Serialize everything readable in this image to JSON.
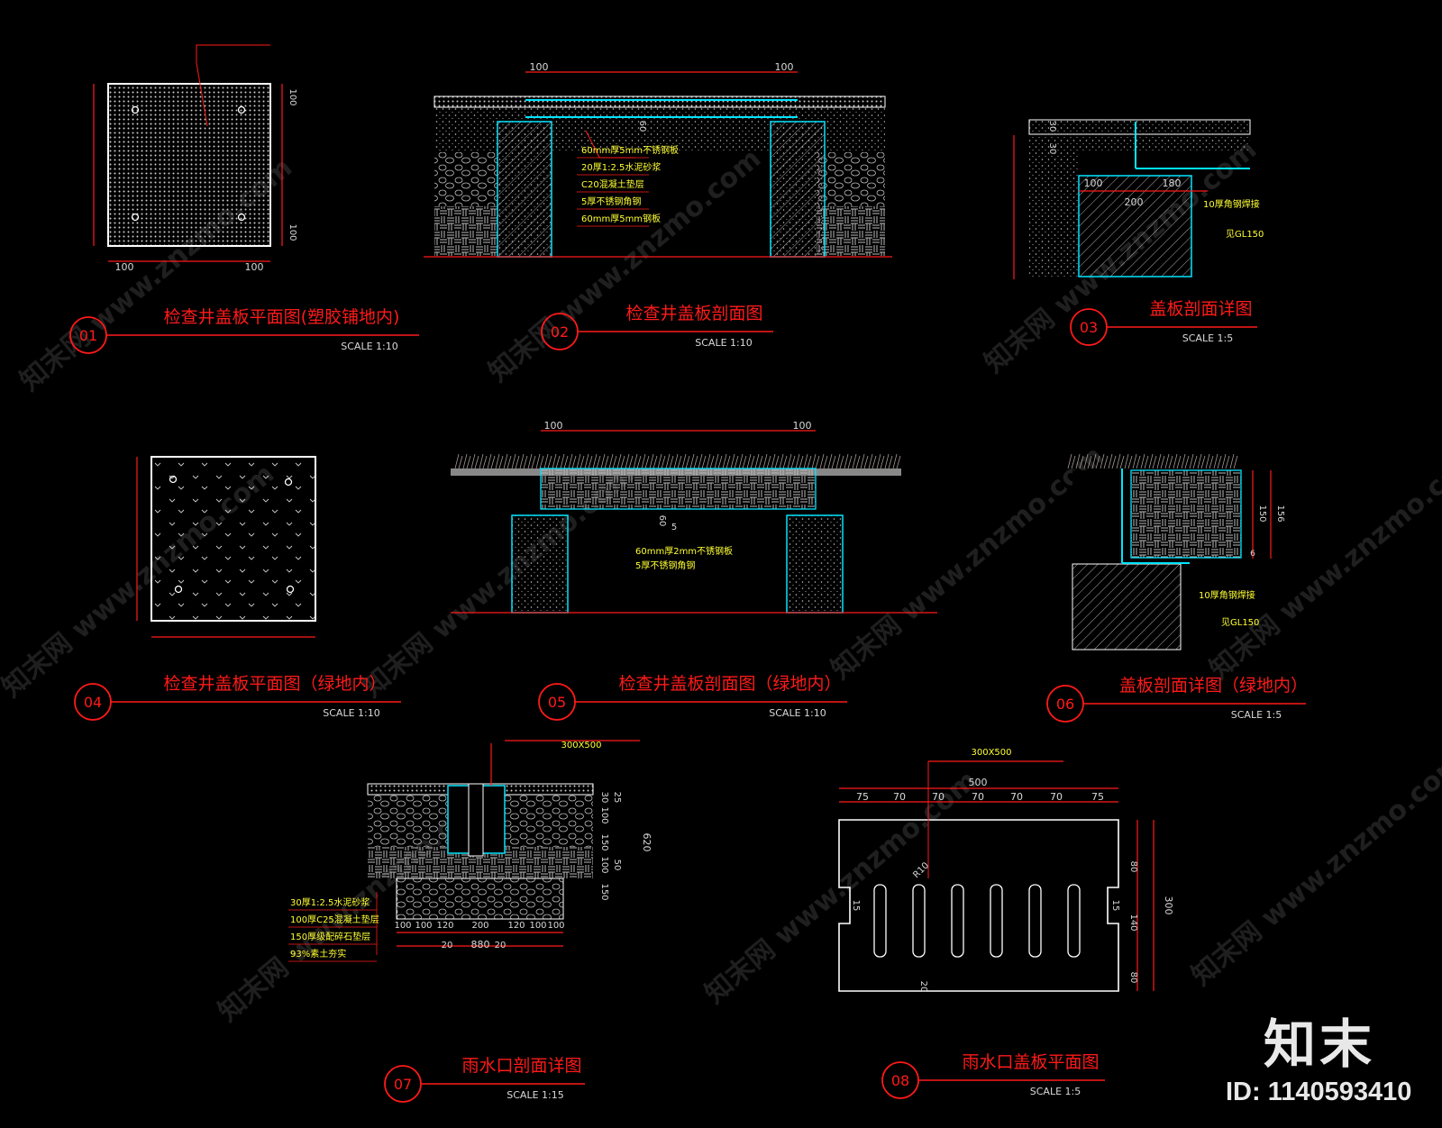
{
  "panels": [
    {
      "num": "01",
      "title": "检查井盖板平面图(塑胶铺地内)",
      "scale": "SCALE 1:10",
      "dims": [
        "100",
        "100",
        "100",
        "100"
      ]
    },
    {
      "num": "02",
      "title": "检查井盖板剖面图",
      "scale": "SCALE 1:10",
      "dims": [
        "100",
        "100",
        "60"
      ]
    },
    {
      "num": "03",
      "title": "盖板剖面详图",
      "scale": "SCALE 1:5",
      "dims": [
        "100",
        "200",
        "180",
        "30",
        "30"
      ],
      "labels": [
        "10厚角钢焊接",
        "见GL150"
      ]
    },
    {
      "num": "04",
      "title": "检查井盖板平面图（绿地内）",
      "scale": "SCALE 1:10",
      "dims": []
    },
    {
      "num": "05",
      "title": "检查井盖板剖面图（绿地内）",
      "scale": "SCALE 1:10",
      "dims": [
        "100",
        "100",
        "60",
        "5"
      ]
    },
    {
      "num": "06",
      "title": "盖板剖面详图（绿地内）",
      "scale": "SCALE 1:5",
      "dims": [
        "150",
        "156",
        "6"
      ],
      "labels": [
        "10厚角钢焊接",
        "见GL150"
      ]
    },
    {
      "num": "07",
      "title": "雨水口剖面详图",
      "scale": "SCALE 1:15",
      "dims": [
        "30",
        "100",
        "25",
        "150",
        "100",
        "50",
        "150",
        "620",
        "100",
        "100",
        "120",
        "200",
        "120",
        "100",
        "100",
        "20",
        "880",
        "20"
      ],
      "labels": [
        "300X500",
        "30厚1:2.5水泥砂浆",
        "100厚C25混凝土垫层",
        "150厚级配碎石垫层",
        "93%素土夯实"
      ]
    },
    {
      "num": "08",
      "title": "雨水口盖板平面图",
      "scale": "SCALE 1:5",
      "dims": [
        "500",
        "75",
        "70",
        "70",
        "70",
        "70",
        "70",
        "75",
        "80",
        "140",
        "80",
        "300",
        "R10",
        "15",
        "15",
        "20"
      ],
      "labels": [
        "300X500"
      ]
    }
  ],
  "notes": {
    "p02": [
      "60mm厚5mm不锈钢板",
      "20厚1:2.5水泥砂浆",
      "C20混凝土垫层",
      "5厚不锈钢角钢",
      "60mm厚5mm钢板"
    ],
    "p05": [
      "60mm厚2mm不锈钢板",
      "5厚不锈钢角钢"
    ]
  },
  "watermark": "知末网 www.znzmo.com",
  "logo": "知末",
  "image_id": "ID: 1140593410",
  "colors": {
    "red": "#ff1a1a",
    "yellow": "#ffff33",
    "cyan": "#00e5ff",
    "gray": "#d9d9d9"
  }
}
